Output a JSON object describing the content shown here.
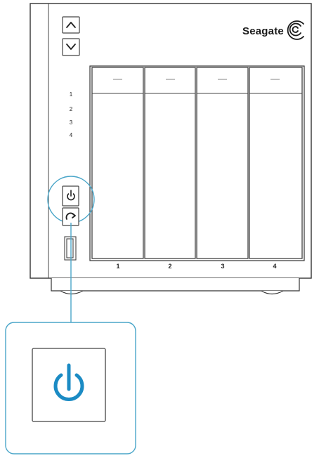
{
  "brand": {
    "name": "Seagate",
    "logo_icon": "seagate-spiral-logo"
  },
  "nav_buttons": [
    {
      "name": "up-button",
      "icon": "chevron-up-icon"
    },
    {
      "name": "down-button",
      "icon": "chevron-down-icon"
    }
  ],
  "side_indicators": [
    "1",
    "2",
    "3",
    "4"
  ],
  "drive_bays": [
    {
      "label": "1"
    },
    {
      "label": "2"
    },
    {
      "label": "3"
    },
    {
      "label": "4"
    }
  ],
  "controls": {
    "power_icon": "power-icon",
    "reset_icon": "reset-icon",
    "usb_port": "usb-port"
  },
  "callout": {
    "icon": "power-icon",
    "accent_color": "#1b8bc4",
    "highlight_color": "#4aa6c9"
  },
  "colors": {
    "device_outline": "#333333",
    "panel_line": "#555555",
    "bay_indicator": "#9a9a9a"
  }
}
